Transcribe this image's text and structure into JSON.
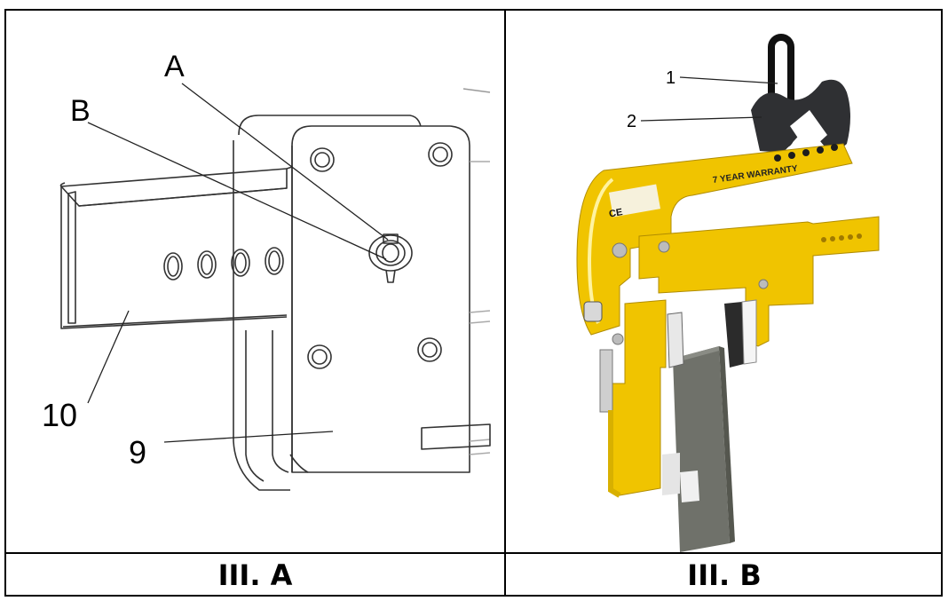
{
  "figure_left": {
    "caption": "III. A",
    "labels": {
      "a": "A",
      "b": "B",
      "ten": "10",
      "nine": "9"
    }
  },
  "figure_right": {
    "caption": "III. B",
    "labels": {
      "one": "1",
      "two": "2"
    },
    "warranty_text": "7 YEAR WARRANTY",
    "ce_mark": "CE"
  }
}
